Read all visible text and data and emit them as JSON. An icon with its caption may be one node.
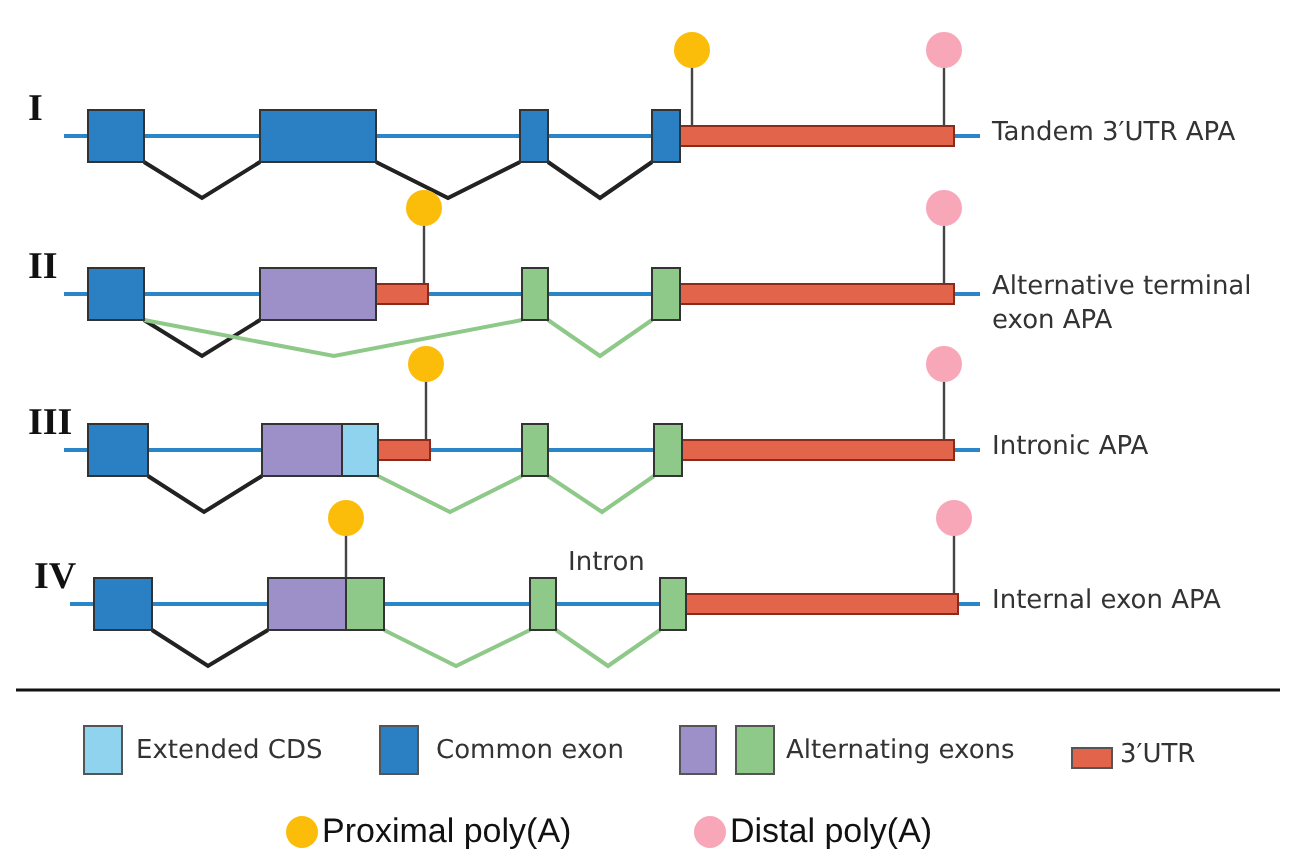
{
  "diagram": {
    "labels": [
      "I",
      "Tandem 3′UTR APA",
      "II",
      "Alternative terminal exon APA",
      "III",
      "Intronic APA",
      "IV",
      "Intron",
      "Internal exon APA"
    ],
    "legend": [
      {
        "text": "Extended CDS",
        "color": "#8fd3ef"
      },
      {
        "text": "Common exon",
        "color": "#2a80c2"
      },
      {
        "text": "Alternating exons",
        "color": "#9d90c8"
      },
      {
        "text": "3′UTR",
        "color": "#e2644a"
      },
      {
        "text": "Proximal poly(A)",
        "color": "#fbbd0a"
      },
      {
        "text": "Distal poly(A)",
        "color": "#f8a7b8"
      }
    ]
  }
}
